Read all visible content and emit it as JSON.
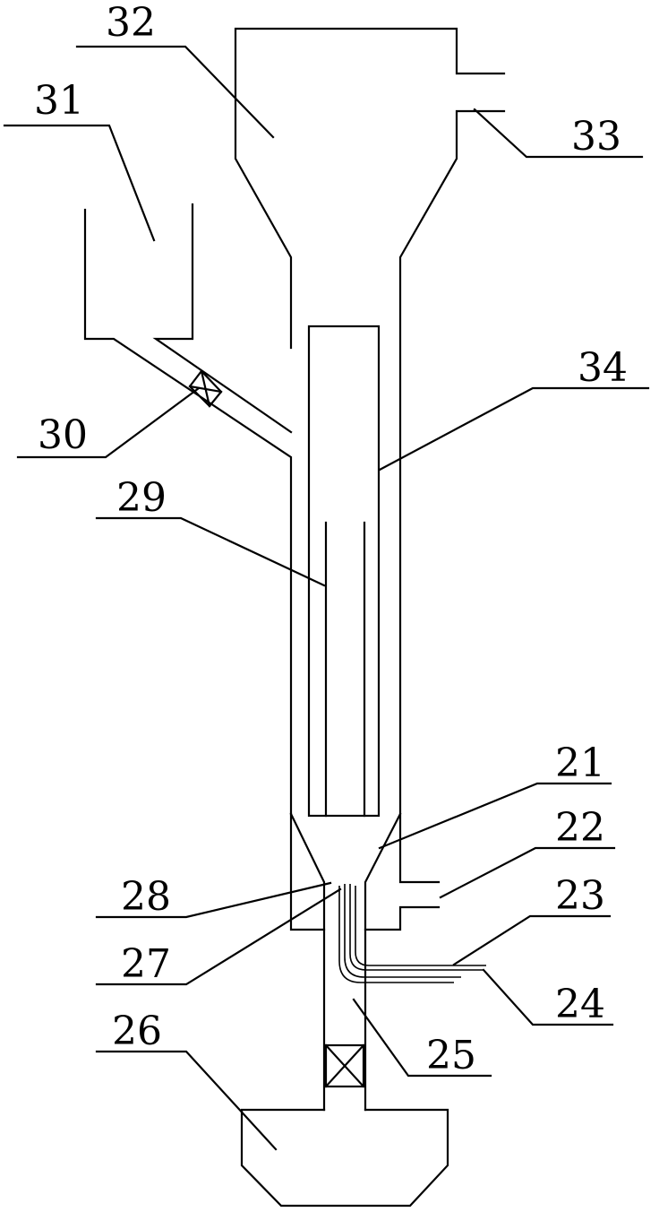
{
  "labels": {
    "l21": "21",
    "l22": "22",
    "l23": "23",
    "l24": "24",
    "l25": "25",
    "l26": "26",
    "l27": "27",
    "l28": "28",
    "l29": "29",
    "l30": "30",
    "l31": "31",
    "l32": "32",
    "l33": "33",
    "l34": "34"
  },
  "colors": {
    "line": "#000000",
    "background": "#ffffff"
  }
}
